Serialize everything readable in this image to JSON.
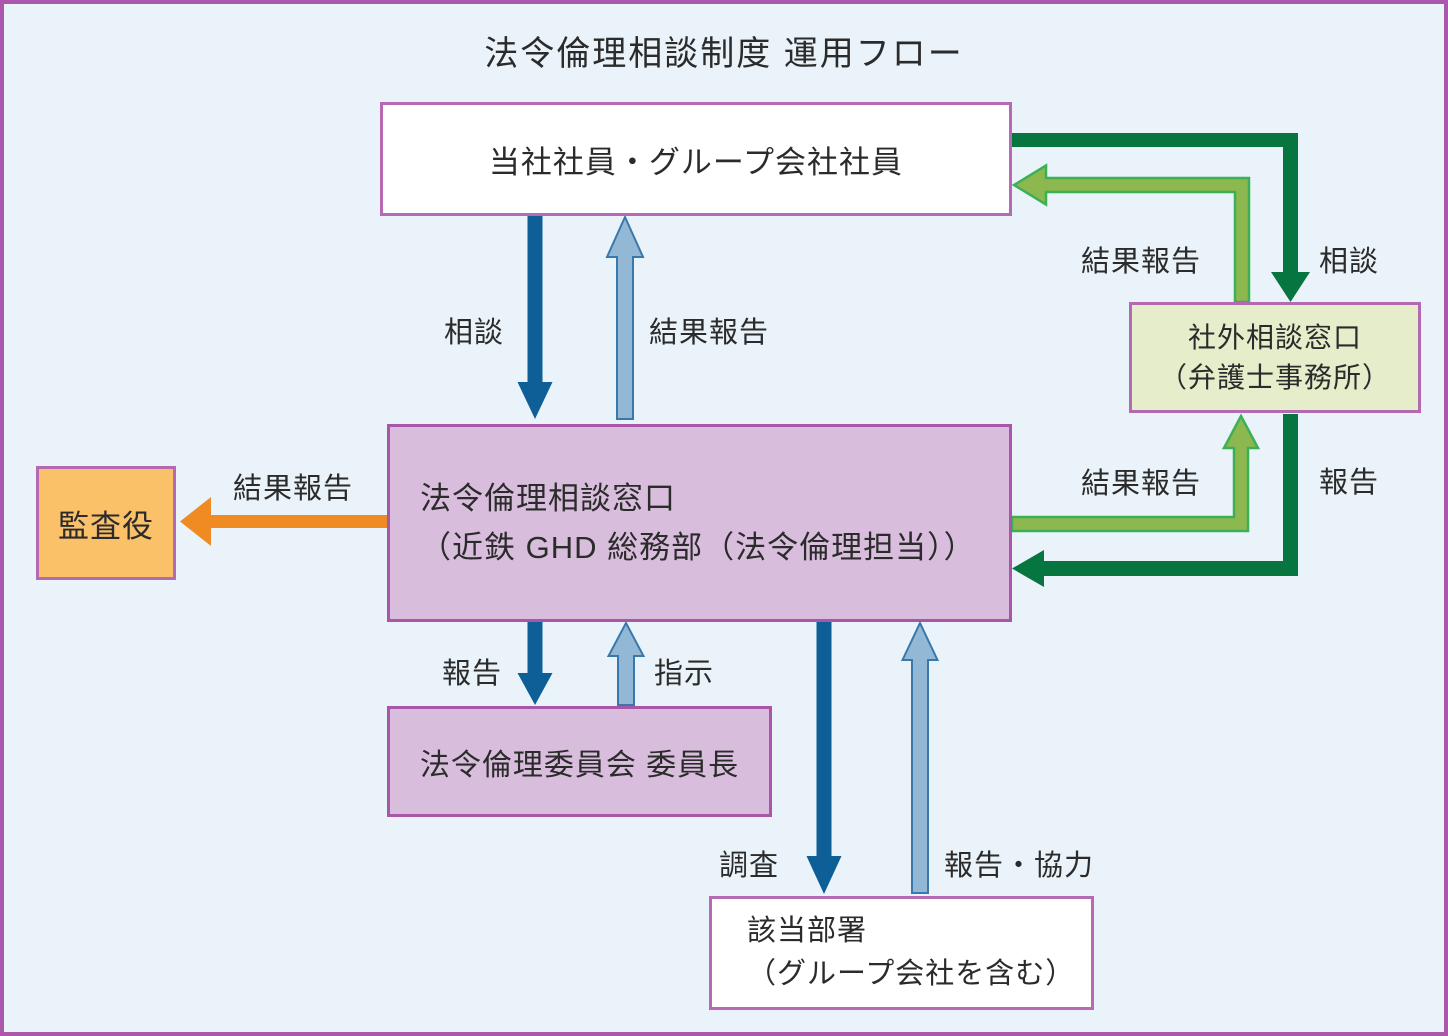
{
  "title": "法令倫理相談制度 運用フロー",
  "colors": {
    "background": "#e9f3f9",
    "frame_border": "#ab57ab",
    "box_border_purple": "#a857a8",
    "box_border_pink": "#b66ab4",
    "dark_blue": "#0e5e97",
    "light_blue": "#92b8d5",
    "light_blue_edge": "#3a78ab",
    "dark_green": "#067540",
    "light_green": "#8cb84f",
    "light_green_edge": "#3cb054",
    "orange": "#f08a22",
    "box_pink_fill": "#d8bddc",
    "box_orange_fill": "#fbc169",
    "box_green_fill": "#e5edca",
    "text": "#2b2b2b"
  },
  "boxes": {
    "employees": {
      "label": "当社社員・グループ会社社員"
    },
    "consultation_desk": {
      "line1": "法令倫理相談窓口",
      "line2": "（近鉄 GHD 総務部（法令倫理担当））"
    },
    "auditor": {
      "label": "監査役"
    },
    "external_desk": {
      "line1": "社外相談窓口",
      "line2": "（弁護士事務所）"
    },
    "committee_chair": {
      "label": "法令倫理委員会 委員長"
    },
    "relevant_dept": {
      "line1": "該当部署",
      "line2": "（グループ会社を含む）"
    }
  },
  "labels": {
    "consult_down": "相談",
    "result_report_up": "結果報告",
    "result_report_auditor": "結果報告",
    "report_down": "報告",
    "instruction_up": "指示",
    "investigation_down": "調査",
    "report_cooperation_up": "報告・協力",
    "result_report_external_top": "結果報告",
    "consult_external": "相談",
    "result_report_external_mid": "結果報告",
    "report_external": "報告"
  },
  "arrows": [
    {
      "name": "consult-down",
      "from": "employees",
      "to": "consultation_desk",
      "label": "相談",
      "color": "dark_blue"
    },
    {
      "name": "result-report-up",
      "from": "consultation_desk",
      "to": "employees",
      "label": "結果報告",
      "color": "light_blue"
    },
    {
      "name": "result-report-to-auditor",
      "from": "consultation_desk",
      "to": "auditor",
      "label": "結果報告",
      "color": "orange"
    },
    {
      "name": "consult-to-external",
      "from": "employees",
      "to": "external_desk",
      "label": "相談",
      "color": "dark_green"
    },
    {
      "name": "result-report-from-external-to-employees",
      "from": "external_desk",
      "to": "employees",
      "label": "結果報告",
      "color": "light_green"
    },
    {
      "name": "result-report-to-external",
      "from": "consultation_desk",
      "to": "external_desk",
      "label": "結果報告",
      "color": "light_green"
    },
    {
      "name": "report-from-external",
      "from": "external_desk",
      "to": "consultation_desk",
      "label": "報告",
      "color": "dark_green"
    },
    {
      "name": "report-down-to-chair",
      "from": "consultation_desk",
      "to": "committee_chair",
      "label": "報告",
      "color": "dark_blue"
    },
    {
      "name": "instruction-up-from-chair",
      "from": "committee_chair",
      "to": "consultation_desk",
      "label": "指示",
      "color": "light_blue"
    },
    {
      "name": "investigation-down",
      "from": "consultation_desk",
      "to": "relevant_dept",
      "label": "調査",
      "color": "dark_blue"
    },
    {
      "name": "report-cooperation-up",
      "from": "relevant_dept",
      "to": "consultation_desk",
      "label": "報告・協力",
      "color": "light_blue"
    }
  ]
}
